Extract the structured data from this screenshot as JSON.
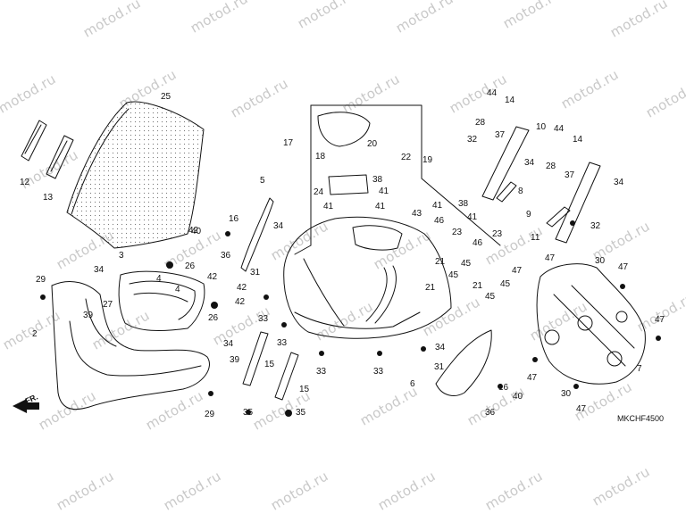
{
  "watermark_text": "motod.ru",
  "diagram_code": "MKCHF4500",
  "front_marker": "FR.",
  "part_numbers": [
    "2",
    "3",
    "4",
    "5",
    "6",
    "7",
    "8",
    "9",
    "10",
    "11",
    "12",
    "13",
    "14",
    "15",
    "16",
    "17",
    "18",
    "19",
    "20",
    "21",
    "22",
    "23",
    "24",
    "25",
    "26",
    "27",
    "28",
    "29",
    "30",
    "31",
    "32",
    "33",
    "34",
    "35",
    "36",
    "37",
    "38",
    "39",
    "40",
    "41",
    "42",
    "43",
    "44",
    "45",
    "46",
    "47"
  ]
}
